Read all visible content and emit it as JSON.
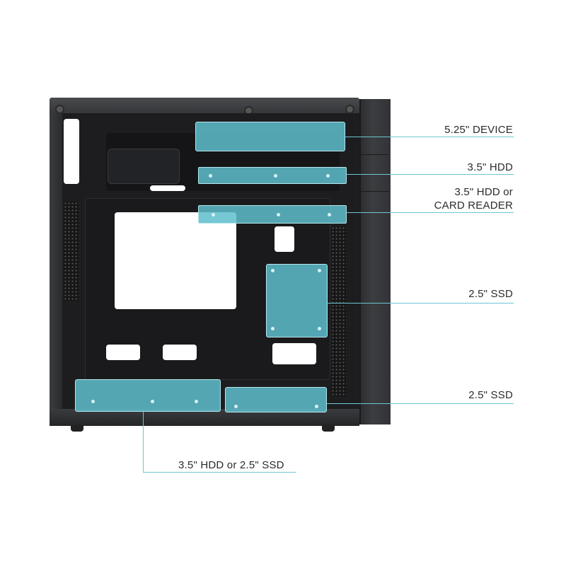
{
  "diagram": {
    "subject": "PC tower case interior, side view, with drive mounting positions highlighted",
    "highlight_color": "#5ebecd",
    "line_color": "#6cc6d3",
    "case_color": "#2e2f31",
    "background": "#ffffff"
  },
  "callouts": [
    {
      "id": "bay-525",
      "label": "5.25\" DEVICE"
    },
    {
      "id": "bay-35-hdd",
      "label": "3.5\" HDD"
    },
    {
      "id": "bay-35-card",
      "label_line1": "3.5\" HDD or",
      "label_line2": "CARD READER"
    },
    {
      "id": "ssd-behind-tray",
      "label": "2.5\" SSD"
    },
    {
      "id": "ssd-floor",
      "label": "2.5\" SSD"
    },
    {
      "id": "floor-cage",
      "label": "3.5\" HDD or 2.5\" SSD"
    }
  ]
}
